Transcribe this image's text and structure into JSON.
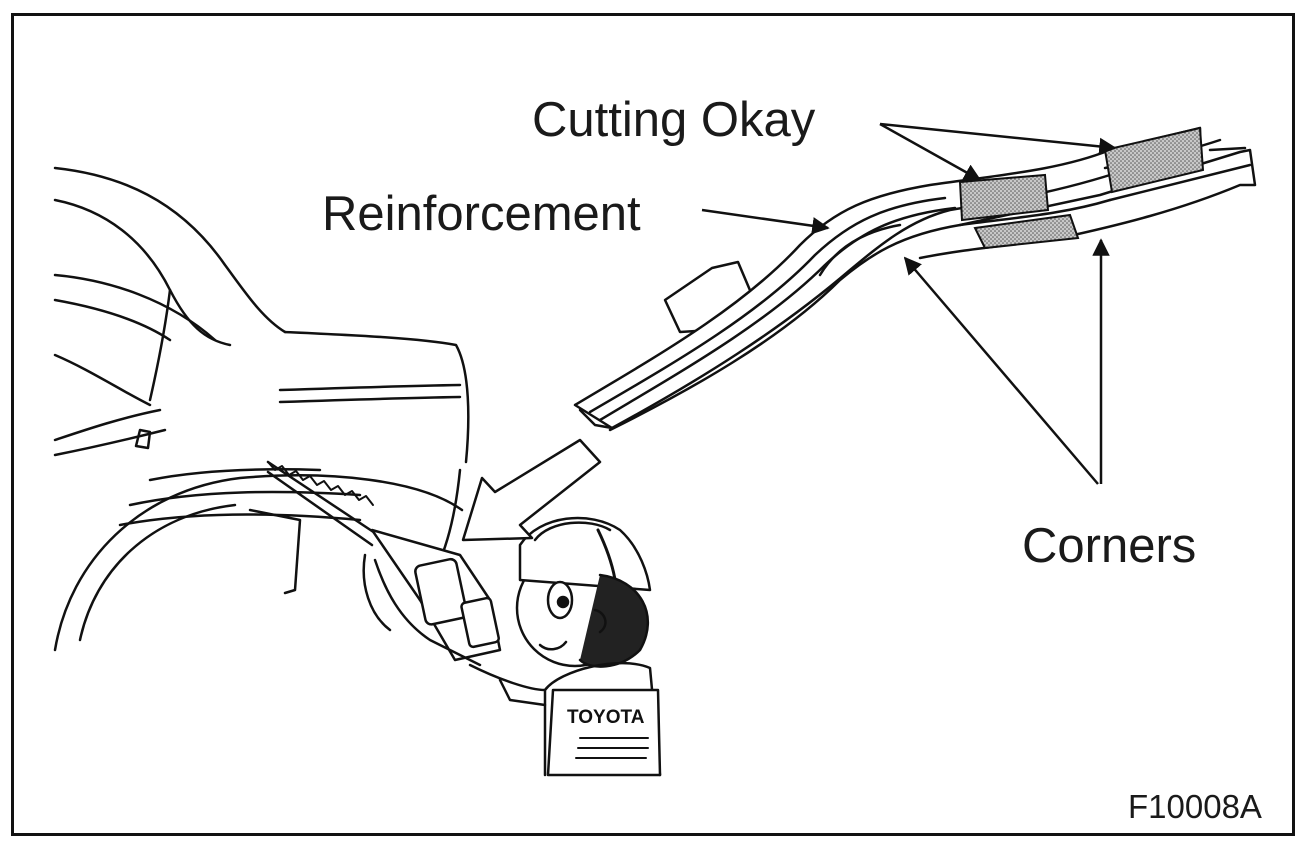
{
  "labels": {
    "cutting_okay": "Cutting Okay",
    "reinforcement": "Reinforcement",
    "corners": "Corners",
    "figure_id": "F10008A"
  },
  "shirt_text": "TOYOTA",
  "colors": {
    "line": "#111111",
    "cut_zone": "#b3b3b3",
    "background": "#ffffff"
  }
}
